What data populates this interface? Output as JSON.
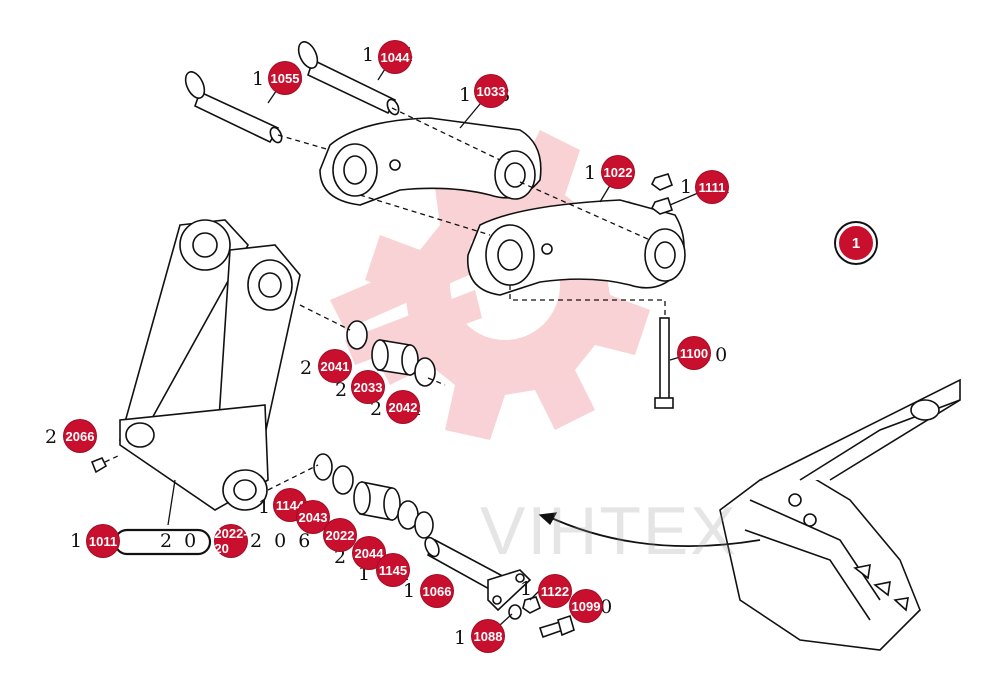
{
  "diagram": {
    "watermark": "VIHTEX",
    "colors": {
      "callout": "#c8102e",
      "line": "#111111",
      "watermark": "#f6c3c8"
    },
    "callouts": [
      {
        "id": "c-1",
        "label": "1"
      },
      {
        "id": "c-1044",
        "label": "1044"
      },
      {
        "id": "c-1055",
        "label": "1055"
      },
      {
        "id": "c-1033",
        "label": "1033"
      },
      {
        "id": "c-1022",
        "label": "1022"
      },
      {
        "id": "c-1111",
        "label": "1111"
      },
      {
        "id": "c-1100",
        "label": "1100"
      },
      {
        "id": "c-2041",
        "label": "2041"
      },
      {
        "id": "c-2033",
        "label": "2033"
      },
      {
        "id": "c-2042",
        "label": "2042"
      },
      {
        "id": "c-2066",
        "label": "2066"
      },
      {
        "id": "c-1144",
        "label": "1144"
      },
      {
        "id": "c-2043",
        "label": "2043"
      },
      {
        "id": "c-2022",
        "label": "2022"
      },
      {
        "id": "c-2044",
        "label": "2044"
      },
      {
        "id": "c-1145",
        "label": "1145"
      },
      {
        "id": "c-1011",
        "label": "1011"
      },
      {
        "id": "c-2022-20",
        "label": "2022-20"
      },
      {
        "id": "c-1066",
        "label": "1066"
      },
      {
        "id": "c-1122",
        "label": "1122"
      },
      {
        "id": "c-1099",
        "label": "1099"
      },
      {
        "id": "c-1088",
        "label": "1088"
      }
    ],
    "ghost_labels": {
      "g1044": "1 04",
      "g1055": "1 05",
      "g1033": "1 03",
      "g1022": "1 02",
      "g1111": "1 11",
      "g1100": "10",
      "g2041": "2 04",
      "g2033": "2",
      "g2042": "2 04",
      "g2066": "2 06",
      "g2022b": "2 0",
      "g2022c": "2 0 6",
      "g2044": "2",
      "g1145": "1 14",
      "g1011": "1",
      "g1066": "1 06",
      "g1122": "1 12",
      "g1099": "10",
      "g1088": "1 08",
      "g1144": "1"
    }
  }
}
